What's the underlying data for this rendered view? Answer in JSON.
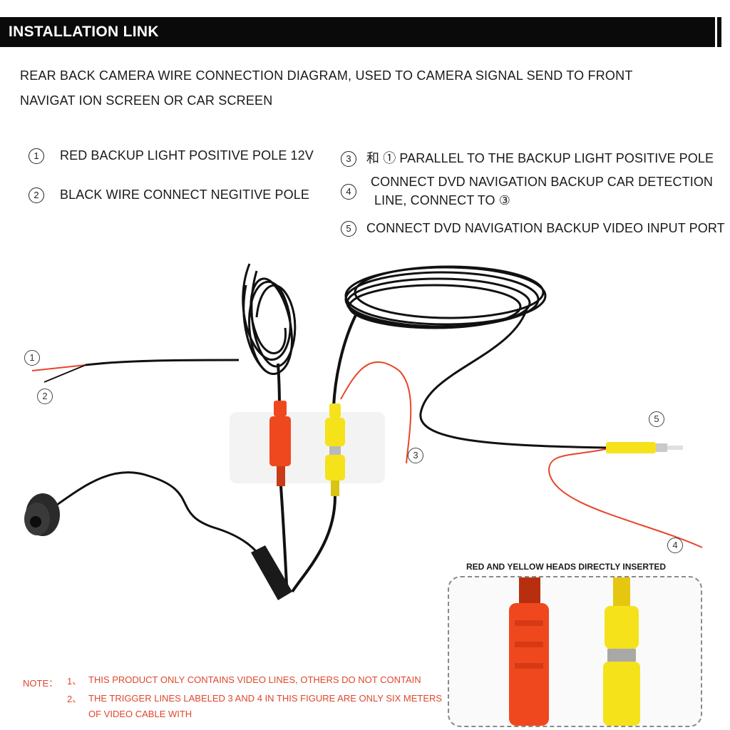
{
  "header": {
    "title": "INSTALLATION LINK"
  },
  "intro": {
    "line1": "REAR BACK CAMERA WIRE CONNECTION DIAGRAM, USED TO CAMERA SIGNAL SEND TO FRONT",
    "line2": "NAVIGAT  ION SCREEN OR CAR SCREEN"
  },
  "legend": [
    {
      "num": "1",
      "text": "RED BACKUP LIGHT POSITIVE POLE 12V"
    },
    {
      "num": "2",
      "text": "BLACK WIRE CONNECT NEGITIVE POLE"
    },
    {
      "num": "3",
      "text": "和 ① PARALLEL TO THE BACKUP LIGHT POSITIVE POLE"
    },
    {
      "num": "4",
      "text_line1": "CONNECT DVD NAVIGATION BACKUP CAR DETECTION",
      "text_line2": "LINE, CONNECT TO ③"
    },
    {
      "num": "5",
      "text": "CONNECT DVD NAVIGATION BACKUP VIDEO INPUT PORT"
    }
  ],
  "diagram_labels": [
    "1",
    "2",
    "3",
    "4",
    "5"
  ],
  "inset": {
    "caption": "RED AND YELLOW HEADS DIRECTLY INSERTED"
  },
  "note": {
    "prefix": "NOTE：",
    "item1_num": "1、",
    "item1": "THIS PRODUCT ONLY CONTAINS VIDEO LINES, OTHERS DO NOT CONTAIN",
    "item2_num": "2、",
    "item2_line1": "THE TRIGGER LINES LABELED 3 AND 4 IN THIS FIGURE ARE ONLY SIX METERS",
    "item2_line2": "OF VIDEO CABLE WITH"
  },
  "colors": {
    "header_bg": "#0a0a0a",
    "note_text": "#e0462c",
    "connector_red": "#f0481e",
    "connector_yellow": "#f5e21a",
    "wire_black": "#111111",
    "wire_red": "#e8452a"
  }
}
